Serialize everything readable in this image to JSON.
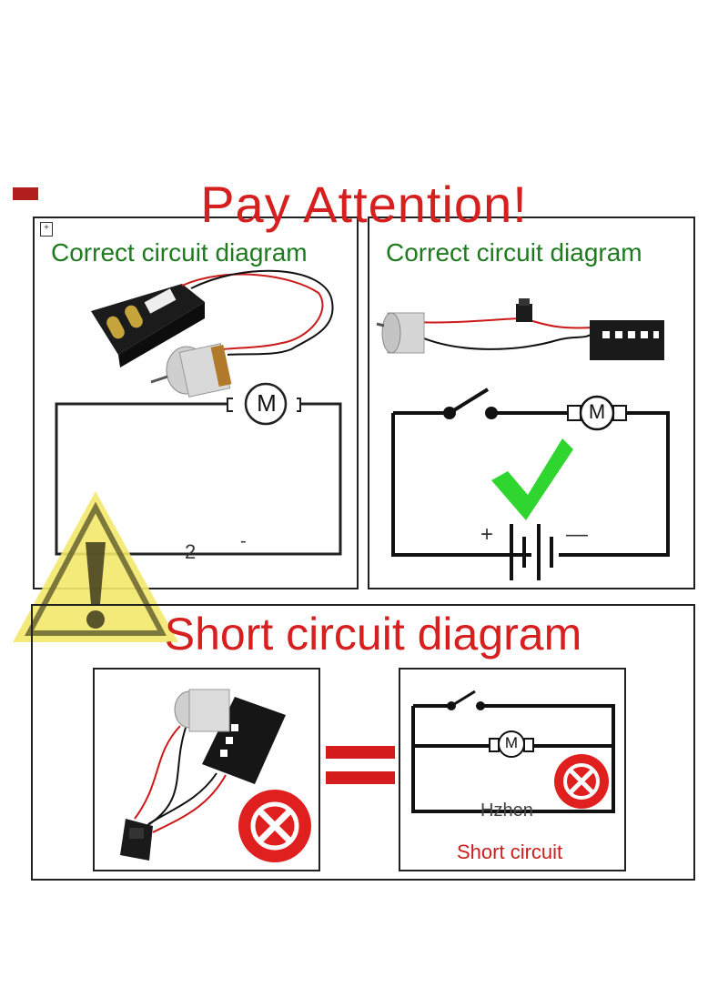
{
  "title": "Pay Attention!",
  "panels": {
    "top_left": {
      "heading": "Correct circuit diagram",
      "motor_symbol": "M",
      "battery_labels": [
        "2",
        "-"
      ]
    },
    "top_right": {
      "heading": "Correct circuit diagram",
      "motor_symbol": "M",
      "plus": "+",
      "minus": "—"
    },
    "short": {
      "heading": "Short circuit diagram",
      "motor_symbol": "M",
      "watermark": "Hzhen",
      "caption": "Short circuit"
    }
  },
  "icons": [
    "warning-triangle-icon",
    "check-mark-icon",
    "cross-circle-icon",
    "equals-icon",
    "motor-icon",
    "battery-holder-icon",
    "switch-icon"
  ],
  "colors": {
    "title_red": "#d61f1f",
    "heading_green": "#1f7a1f",
    "warning_yellow": "#f3e86a",
    "check_green": "#2fd62f",
    "cross_red": "#e0201f"
  }
}
